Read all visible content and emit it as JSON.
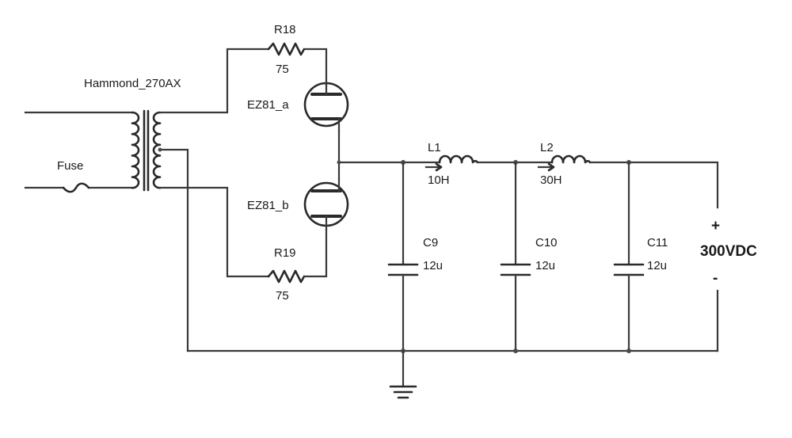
{
  "transformer": {
    "label": "Hammond_270AX"
  },
  "fuse": {
    "label": "Fuse"
  },
  "r18": {
    "ref": "R18",
    "value": "75"
  },
  "r19": {
    "ref": "R19",
    "value": "75"
  },
  "tube_a": {
    "label": "EZ81_a"
  },
  "tube_b": {
    "label": "EZ81_b"
  },
  "l1": {
    "ref": "L1",
    "value": "10H"
  },
  "l2": {
    "ref": "L2",
    "value": "30H"
  },
  "c9": {
    "ref": "C9",
    "value": "12u"
  },
  "c10": {
    "ref": "C10",
    "value": "12u"
  },
  "c11": {
    "ref": "C11",
    "value": "12u"
  },
  "output": {
    "label": "300VDC",
    "plus": "+",
    "minus": "-"
  }
}
